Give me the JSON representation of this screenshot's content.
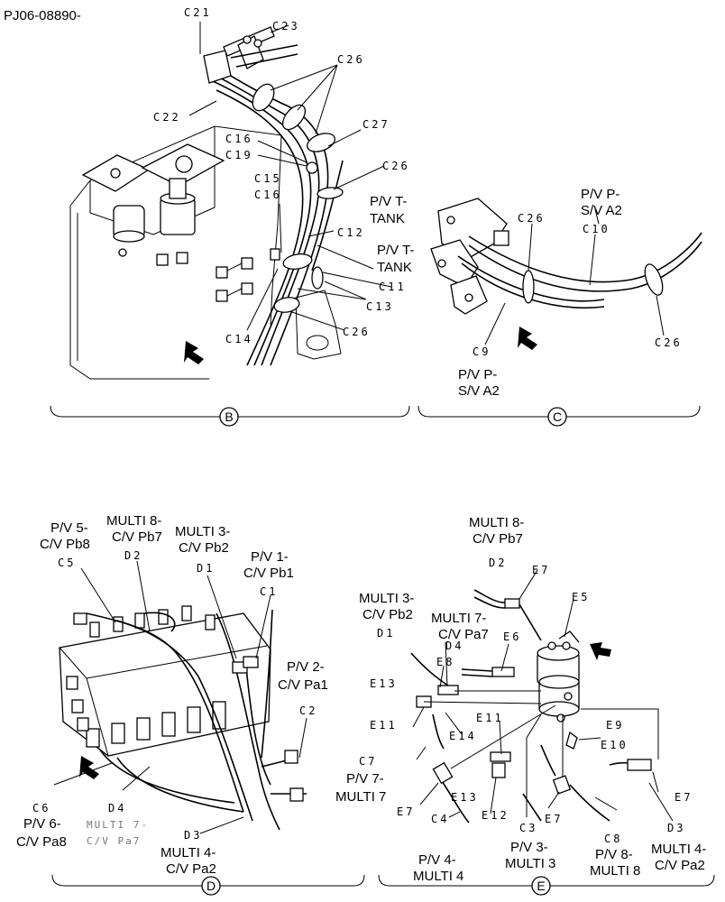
{
  "document_id": "PJ06-08890-",
  "sections": {
    "B": "B",
    "C": "C",
    "D": "D",
    "E": "E"
  },
  "parts": {
    "b": {
      "c21": "C21",
      "c23": "C23",
      "c26a": "C26",
      "c22": "C22",
      "c27": "C27",
      "c16a": "C16",
      "c19": "C19",
      "c26b": "C26",
      "c15": "C15",
      "c16b": "C16",
      "c12": "C12",
      "c11": "C11",
      "c13": "C13",
      "c14": "C14",
      "c26c": "C26"
    },
    "c": {
      "c26a": "C26",
      "c10": "C10",
      "c9": "C9",
      "c26b": "C26"
    },
    "d": {
      "c5": "C5",
      "d2": "D2",
      "d1": "D1",
      "c1": "C1",
      "c2": "C2",
      "c6": "C6",
      "d4": "D4",
      "d3": "D3"
    },
    "e": {
      "d2": "D2",
      "e7a": "E7",
      "e5": "E5",
      "d1": "D1",
      "d4": "D4",
      "e6": "E6",
      "e8": "E8",
      "e13a": "E13",
      "e11a": "E11",
      "e14": "E14",
      "e11b": "E11",
      "e9": "E9",
      "e10": "E10",
      "c7": "C7",
      "e7b": "E7",
      "e13b": "E13",
      "e12": "E12",
      "c3": "C3",
      "e7c": "E7",
      "c8": "C8",
      "e7d": "E7",
      "c4": "C4",
      "d3": "D3"
    }
  },
  "callouts": {
    "b": {
      "pvt_tank_1_l1": "P/V T-",
      "pvt_tank_1_l2": "TANK",
      "pvt_tank_2_l1": "P/V T-",
      "pvt_tank_2_l2": "TANK"
    },
    "c": {
      "pvp_sva2_top_l1": "P/V P-",
      "pvp_sva2_top_l2": "S/V A2",
      "pvp_sva2_bot_l1": "P/V P-",
      "pvp_sva2_bot_l2": "S/V A2"
    },
    "d": {
      "pv5_l1": "P/V 5-",
      "pv5_l2": "C/V Pb8",
      "multi8_l1": "MULTI 8-",
      "multi8_l2": "C/V Pb7",
      "multi3_l1": "MULTI 3-",
      "multi3_l2": "C/V Pb2",
      "pv1_l1": "P/V 1-",
      "pv1_l2": "C/V Pb1",
      "pv2_l1": "P/V 2-",
      "pv2_l2": "C/V Pa1",
      "pv6_l1": "P/V 6-",
      "pv6_l2": "C/V Pa8",
      "multi7_l1": "MULTI 7-",
      "multi7_l2": "C/V Pa7",
      "multi4_l1": "MULTI 4-",
      "multi4_l2": "C/V Pa2"
    },
    "e": {
      "multi8_l1": "MULTI 8-",
      "multi8_l2": "C/V Pb7",
      "multi3_l1": "MULTI 3-",
      "multi3_l2": "C/V Pb2",
      "multi7_l1": "MULTI 7-",
      "multi7_l2": "C/V Pa7",
      "pv7_l1": "P/V 7-",
      "pv7_l2": "MULTI 7",
      "pv4_l1": "P/V 4-",
      "pv4_l2": "MULTI 4",
      "pv3_l1": "P/V 3-",
      "pv3_l2": "MULTI 3",
      "pv8_l1": "P/V 8-",
      "pv8_l2": "MULTI 8",
      "multi4_l1": "MULTI 4-",
      "multi4_l2": "C/V Pa2"
    }
  }
}
